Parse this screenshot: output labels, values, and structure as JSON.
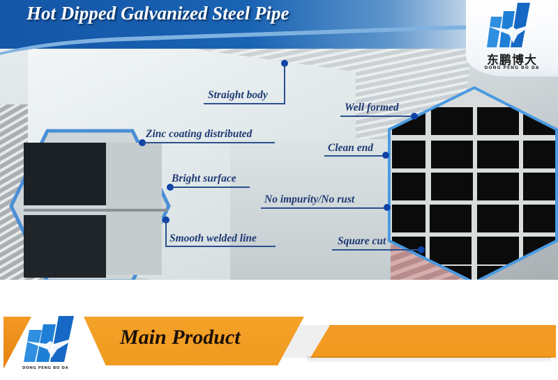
{
  "header": {
    "title": "Hot Dipped Galvanized Steel Pipe",
    "band_color": "#1456a8"
  },
  "logo": {
    "chinese_name": "东鹏博大",
    "english_name": "DONG PENG BO DA",
    "brand_color": "#1e7fd8"
  },
  "callouts": [
    {
      "label": "Straight body"
    },
    {
      "label": "Zinc coating distributed"
    },
    {
      "label": "Bright surface"
    },
    {
      "label": "Smooth welded line"
    },
    {
      "label": "Well formed"
    },
    {
      "label": "Clean end"
    },
    {
      "label": "No impurity/No rust"
    },
    {
      "label": "Square cut"
    }
  ],
  "callout_style": {
    "text_color": "#1e3a73",
    "dot_color": "#0d43a8"
  },
  "section_banner": {
    "title": "Main Product",
    "logo_english": "DONG PENG BO DA",
    "accent_color": "#f29b22"
  }
}
